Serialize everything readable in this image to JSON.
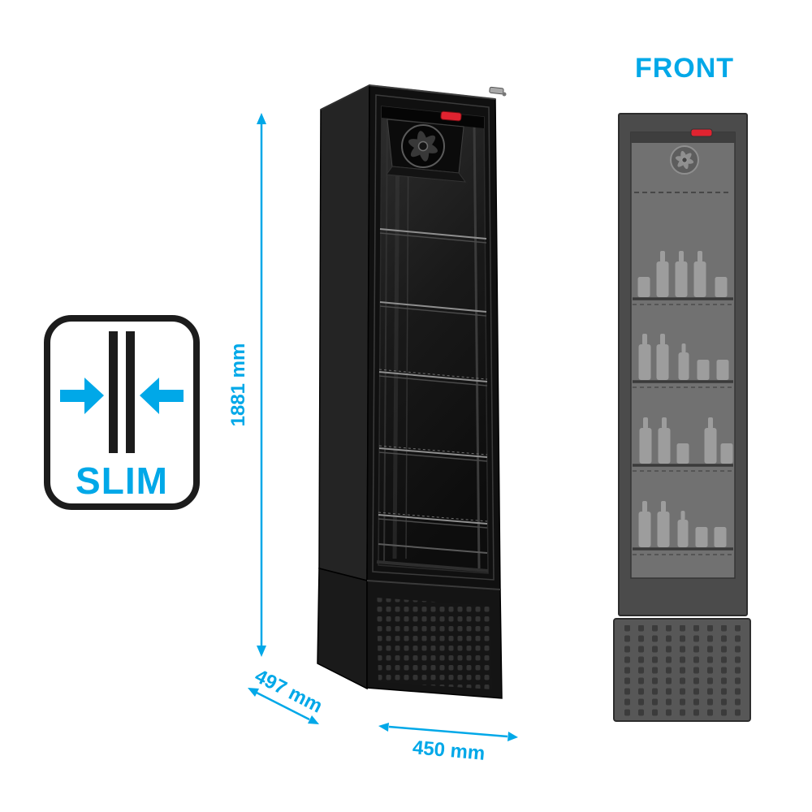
{
  "slim_badge": {
    "label": "SLIM"
  },
  "front_view": {
    "title": "FRONT",
    "shelf_count": 4,
    "shelves": [
      [
        "can",
        "bottle",
        "bottle",
        "bottle",
        "can"
      ],
      [
        "bottle",
        "bottle",
        "bottle",
        "can",
        "can"
      ],
      [
        "bottle",
        "bottle",
        "can",
        "bottle",
        "can"
      ],
      [
        "bottle",
        "bottle",
        "bottle",
        "can",
        "can"
      ]
    ],
    "features": [
      "fan-icon",
      "power-indicator-light",
      "glass-door",
      "ventilation-grille"
    ]
  },
  "perspective_view": {
    "shelf_count": 5,
    "features": [
      "fan-unit",
      "power-indicator-light",
      "glass-door",
      "ventilation-grille",
      "door-hinge"
    ]
  },
  "dimensions": {
    "height_label": "1881 mm",
    "depth_label": "497 mm",
    "width_label": "450 mm"
  },
  "colors": {
    "accent": "#00a8e8",
    "cabinet_black": "#101010",
    "front_body_gray": "#4b4b4b",
    "glass_gray": "#717171",
    "silhouette_gray": "#9d9d9d",
    "indicator_red": "#e02330",
    "background": "#ffffff"
  }
}
